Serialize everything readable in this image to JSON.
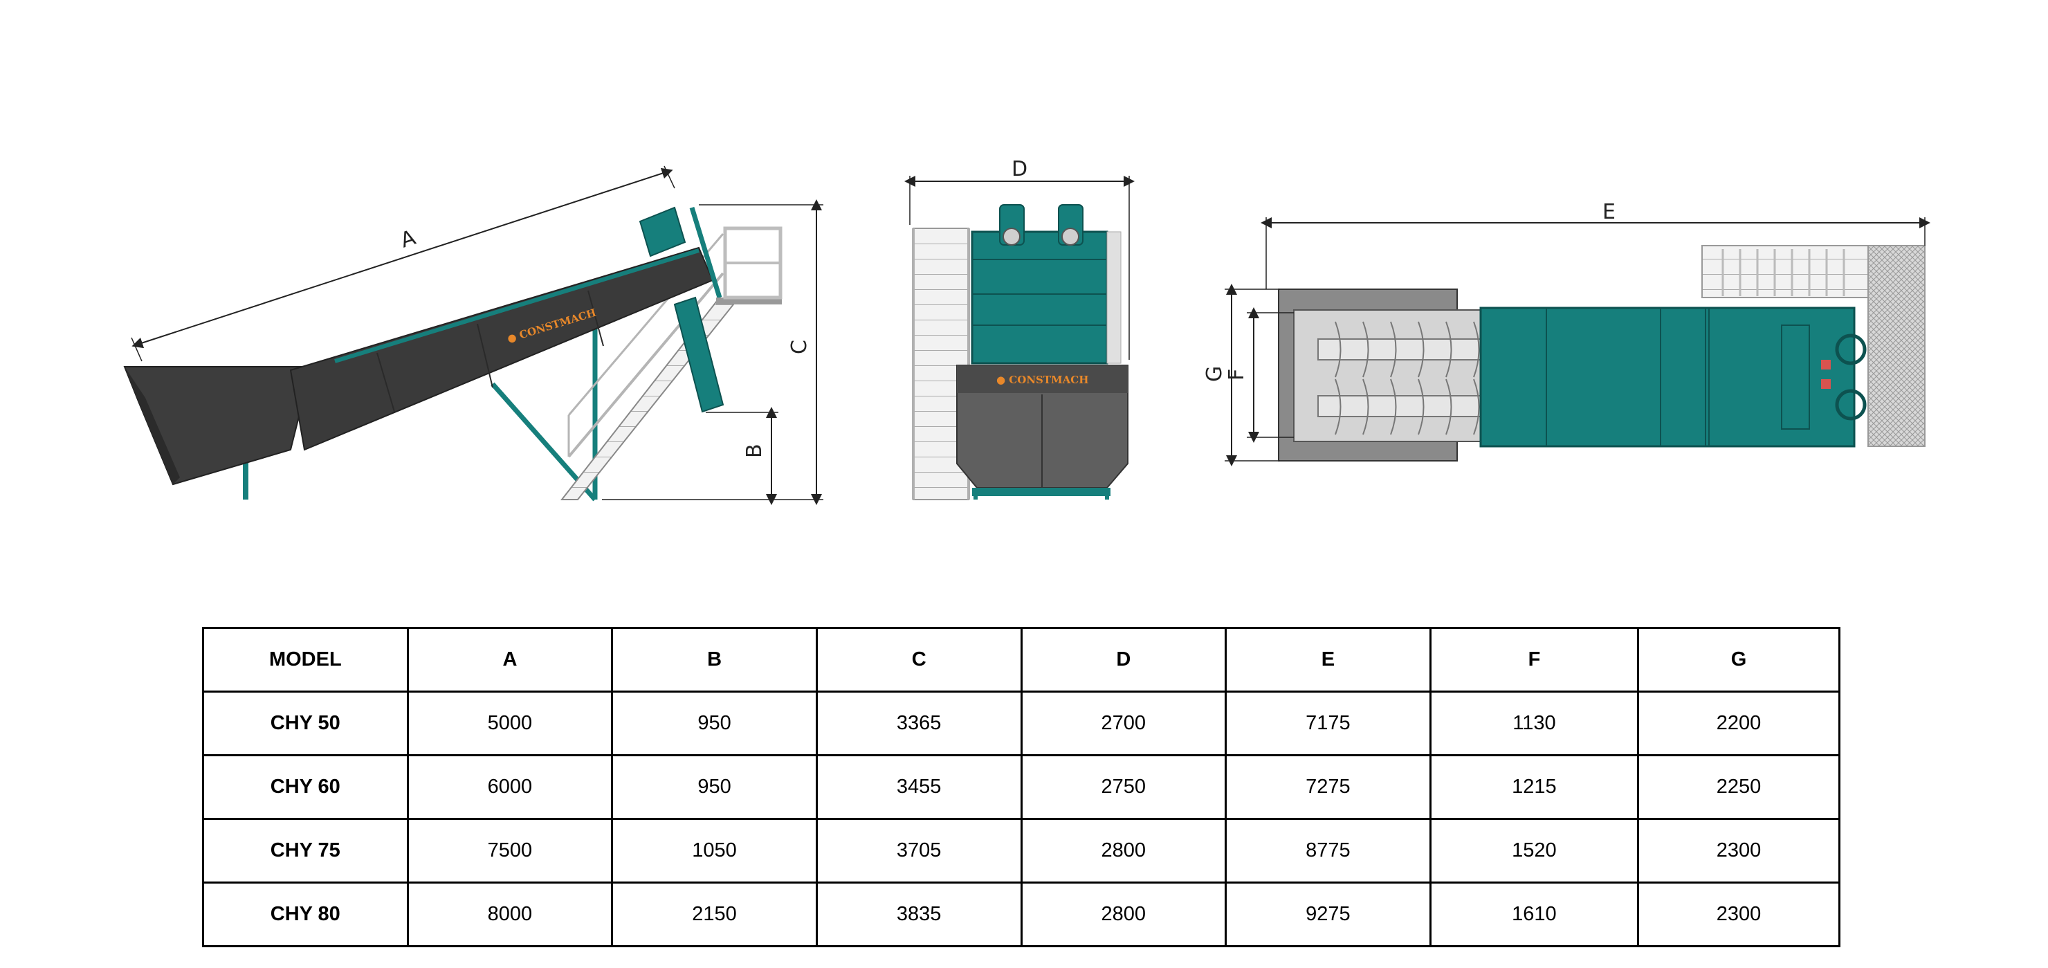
{
  "drawing": {
    "dimension_labels": {
      "A": "A",
      "B": "B",
      "C": "C",
      "D": "D",
      "E": "E",
      "F": "F",
      "G": "G"
    },
    "brand_logo_text": "CONSTMACH",
    "colors": {
      "machine_body": "#3b3b3b",
      "machine_teal": "#167f7c",
      "railing": "#cfcfcf",
      "dimension_line": "#222222"
    }
  },
  "table": {
    "headers": [
      "MODEL",
      "A",
      "B",
      "C",
      "D",
      "E",
      "F",
      "G"
    ],
    "rows": [
      [
        "CHY 50",
        "5000",
        "950",
        "3365",
        "2700",
        "7175",
        "1130",
        "2200"
      ],
      [
        "CHY 60",
        "6000",
        "950",
        "3455",
        "2750",
        "7275",
        "1215",
        "2250"
      ],
      [
        "CHY 75",
        "7500",
        "1050",
        "3705",
        "2800",
        "8775",
        "1520",
        "2300"
      ],
      [
        "CHY 80",
        "8000",
        "2150",
        "3835",
        "2800",
        "9275",
        "1610",
        "2300"
      ]
    ]
  }
}
